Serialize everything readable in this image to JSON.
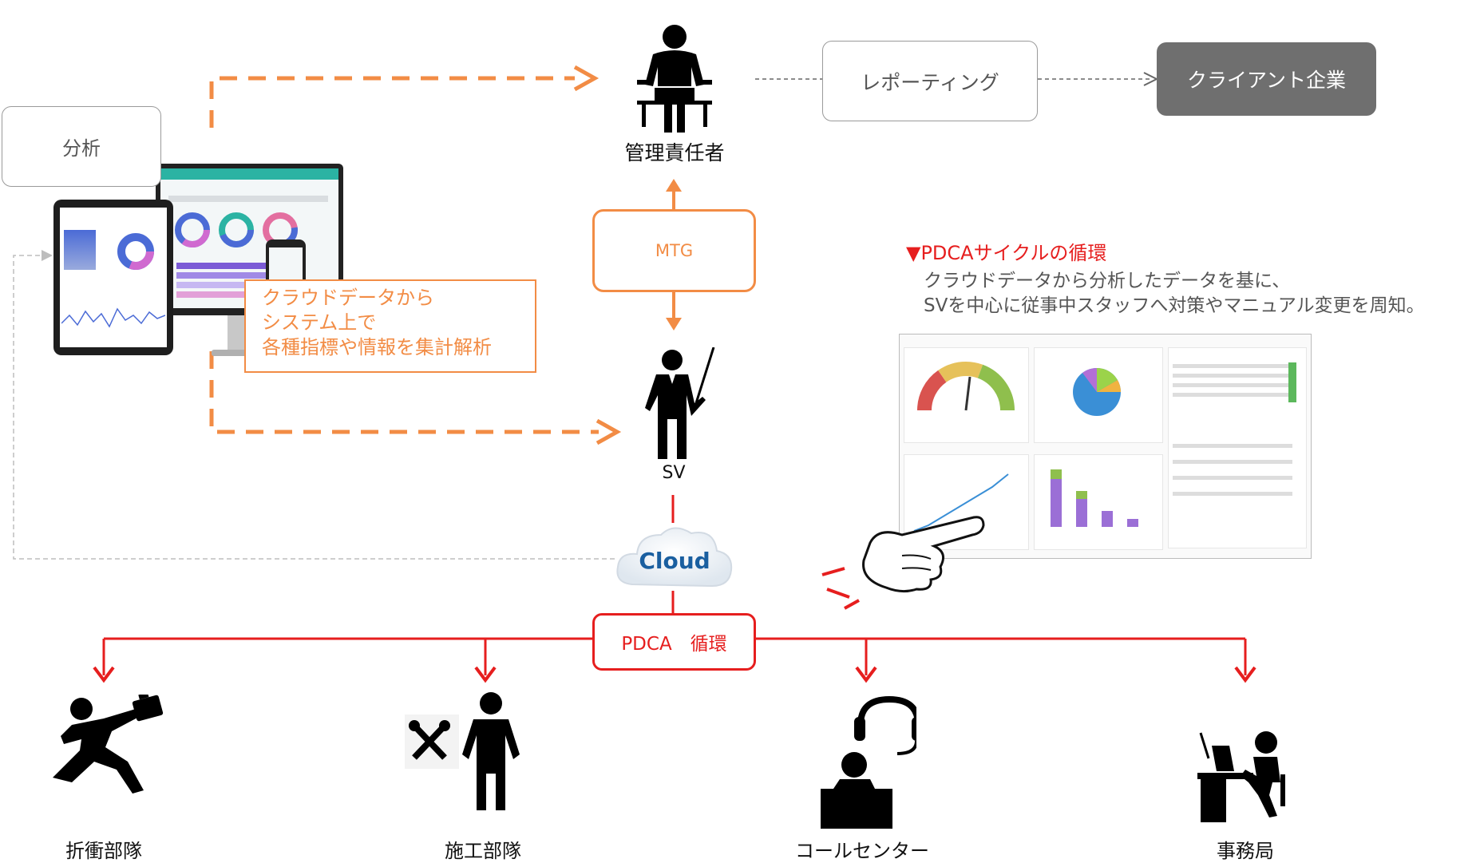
{
  "analysis_label": "分析",
  "reporting_label": "レポーティング",
  "client_label": "クライアント企業",
  "manager_label": "管理責任者",
  "mtg_label": "MTG",
  "sv_label": "SV",
  "cloud_label": "Cloud",
  "pdca_label": "PDCA　循環",
  "cloud_data_box": {
    "line1": "クラウドデータから",
    "line2": "システム上で",
    "line3": "各種指標や情報を集計解析"
  },
  "pdca_heading": "▼PDCAサイクルの循環",
  "pdca_text1": "クラウドデータから分析したデータを基に、",
  "pdca_text2": "SVを中心に従事中スタッフへ対策やマニュアル変更を周知。",
  "departments": [
    {
      "label": "折衝部隊",
      "icon": "negotiation-runner-icon"
    },
    {
      "label": "施工部隊",
      "icon": "construction-worker-icon"
    },
    {
      "label": "コールセンター",
      "icon": "call-center-operator-icon"
    },
    {
      "label": "事務局",
      "icon": "office-desk-worker-icon"
    }
  ],
  "colors": {
    "orange": "#f28c45",
    "red": "#e61e1e",
    "gray_box": "#6f6f6f",
    "cloud_blue": "#1a5fa0"
  }
}
